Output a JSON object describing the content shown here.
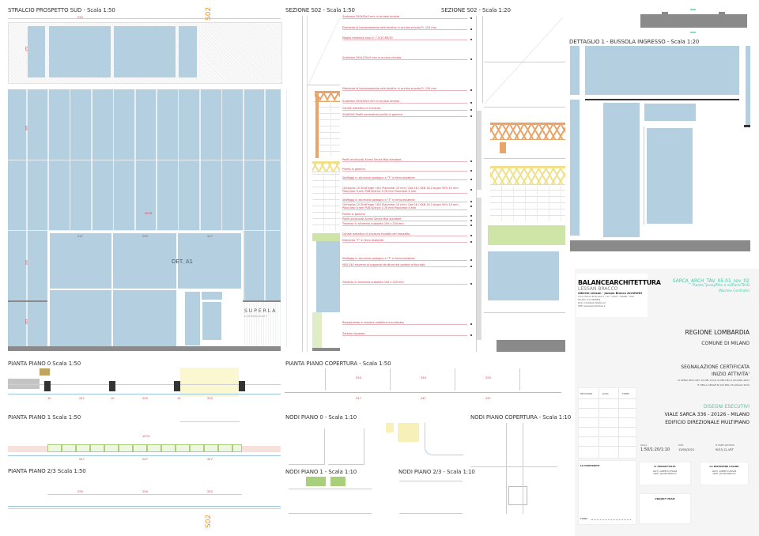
{
  "sheet": {
    "titles": {
      "prospetto": "STRALCIO PROSPETTO SUD - Scala 1:50",
      "sezione_50": "SEZIONE S02 - Scala 1:50",
      "sezione_20": "SEZIONE S02 - Scala 1:20",
      "dettaglio": "DETTAGLIO 1 - BUSSOLA INGRESSO - Scala 1:20",
      "pianta_0": "PIANTA PIANO 0 Scala 1:50",
      "pianta_1": "PIANTA PIANO 1 Scala 1:50",
      "pianta_23": "PIANTA PIANO 2/3 Scala 1:50",
      "pianta_copertura": "PIANTA PIANO COPERTURA - Scala 1:50",
      "nodi_0": "NODI PIANO 0 - Scala 1:10",
      "nodi_copertura": "NODI PIANO COPERTURA - Scala 1:10",
      "nodi_1": "NODI PIANO 1 - Scala 1:10",
      "nodi_23": "NODI PIANO 2/3 - Scala 1:10"
    },
    "section_marker": "S02",
    "det_label": "DET. A1",
    "shop_sign": "SUPERLA",
    "shop_sign_sub": "SUPERMARKET",
    "colors": {
      "glass": "#b3cfe0",
      "annotation": "#d0384a",
      "accent": "#3fcfa5",
      "section_marker": "#e8962e"
    }
  },
  "elevation_dims": {
    "top": "250",
    "bay_labels": [
      "247",
      "250",
      "247"
    ],
    "overall": "1074",
    "heights": [
      "375",
      "320",
      "320",
      "265"
    ]
  },
  "section_annotations": [
    "Scatolare 200x50x5 mm in acciaio zincato",
    "Elemento di tensionamento rete fondine in acciaio zincato D. 120 mm",
    "Maglia metallica inox H. 7.5/10 BR/30",
    "Scatolare 200x150x5 mm in acciaio zincato",
    "Elemento di tensionamento rete fondine in acciaio zincato D. 120 mm",
    "Scatolare 200x50x5 mm in acciaio zincato",
    "Canale metallico di chiusura",
    "SHADOW Profili perimetrali profilo in gomma",
    "Profili strutturali Alumil Smart Mipi standard",
    "Profilo in gomma",
    "Staffaggi in alluminio sostegno a \"T\" in ferro esistente",
    "Climaplus 10 StraFinger 16/1 Planiclear 10 mm / Gas 16 / SKN 16.2 Argon 90% 10 mm Planiclear 8 mm PVB Silence 0.76 mm Planiclear 6 mm",
    "Staffaggi in alluminio sostegno a \"T\" in ferro esistente",
    "Climaplus 10 StraFinger 16/1 Planiclear 10 mm / Gas 16 / SKN 16.2 Argon 90% 10 mm Planiclear 8 mm PVB Silence 0.76 mm Planiclear 6 mm",
    "Profilo in gomma",
    "Profili strutturali Alumil Smart Mipi standard",
    "Traverso in alluminio scatolato 100 x 200 mm",
    "Canale metallico di chiusura frontale del massetto",
    "Elemento \"T\" in ferro esistente",
    "Staffaggi in alluminio sostegno a \"T\" in ferro esistente",
    "HEA 240 traverso di supporto struttura del portale di facciata",
    "Traverso in alluminio scatolato 100 x 200 mm",
    "Rivestimento in lamiera metallica microforata",
    "Zerbino ingresso"
  ],
  "plan_dims": {
    "piano_0": [
      "10",
      "247",
      "10",
      "250",
      "10",
      "250"
    ],
    "piano_1": [
      "1074",
      "247",
      "247",
      "247"
    ],
    "piano_23": [
      "250",
      "250",
      "250"
    ],
    "copertura": [
      "250",
      "250",
      "250",
      "247",
      "247",
      "247"
    ]
  },
  "title_block": {
    "logo_text": "BALANCEARCHITETTURA",
    "logo_sub": "LESSAN BRACCO",
    "firm": "Alberto Lessan - Jacopo Bracco Architetti",
    "address": "Corso Vittorio Emanuele II, n.12 - 10123 - TORINO - ITALY",
    "tel": "TEL/FAX: 011 0866864",
    "mail": "MAIL: info@baarchitettura.it",
    "web": "WEB: www.baarchitettura.it",
    "drawing_code": "SARCA_ARCH_TAV_05.01_rev_02",
    "drawing_desc": "Pianta, prospetto e sezione SUD",
    "drawing_sub": "(Nucleo Centrale)",
    "region": "REGIONE LOMBARDIA",
    "comune": "COMUNE DI MILANO",
    "procedure_1": "SEGNALAZIONE CERTIFICATA",
    "procedure_2": "INIZIO ATTIVITA'",
    "law_1": "AI SENSI DELL'ART. 22 DEL D.P.R. N.380 DEL 6 GIUGNO 2001",
    "law_2": "E DELLA LEGGE N.122 DEL 30 LUGLIO 2010",
    "revision_headers": [
      "REVISIONI",
      "DATA",
      "FIRMA"
    ],
    "phase": "DISEGNI ESECUTIVI",
    "address_project": "VIALE SARCA 336 - 20126 - MILANO",
    "building": "EDIFICIO DIREZIONALE MULTIPIANO",
    "scale_label": "SCALA",
    "scale_value": "1:50/1:20/1:10",
    "date_label": "DATA",
    "date_value": "13/05/2021",
    "archive_label": "N. PRINT ARCHIVIO",
    "archive_value": "9015_CL.VET",
    "owner_label": "LA PROPRIETA'",
    "signature_label": "FIRMA",
    "designer_label": "IL PROGETTISTA",
    "designer_1": "ARCH. ALBERTO LESSAN",
    "designer_2": "ARCH. JACOPO BRACCO",
    "works_label": "LA DIREZIONE LAVORI",
    "works_1": "ARCH. ALBERTO LESSAN",
    "works_2": "ARCH. JACOPO BRACCO",
    "team_label": "PROJECT TEAM"
  }
}
